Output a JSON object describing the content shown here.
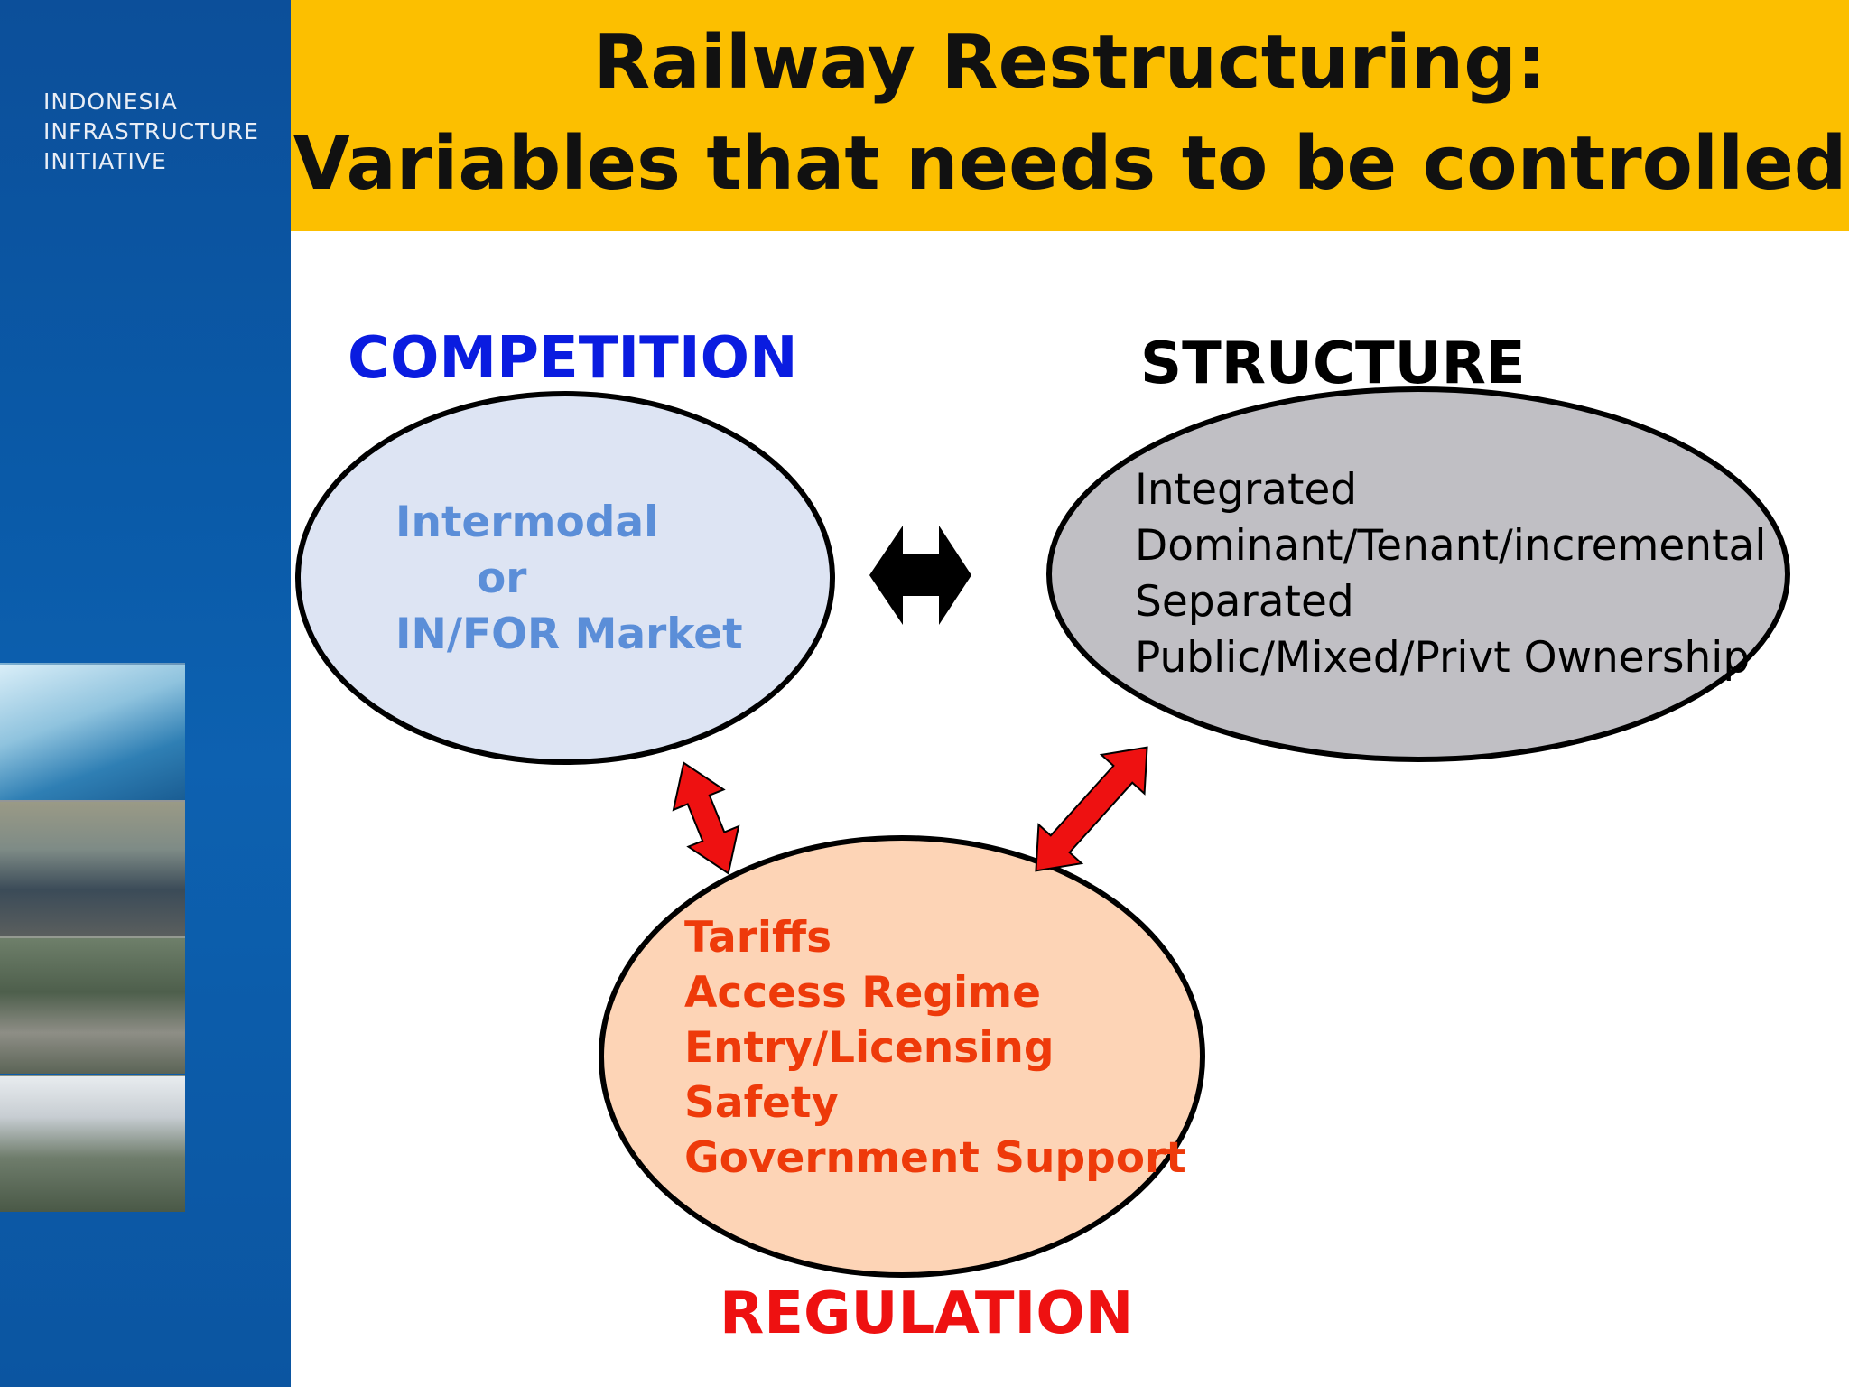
{
  "sidebar": {
    "logo_lines": [
      "INDONESIA",
      "INFRASTRUCTURE",
      "INITIATIVE"
    ]
  },
  "title": {
    "line1": "Railway Restructuring:",
    "line2": "Variables that needs to be controlled"
  },
  "diagram": {
    "competition": {
      "label": "COMPETITION",
      "lines": [
        "Intermodal",
        "or",
        "IN/FOR Market"
      ]
    },
    "structure": {
      "label": "STRUCTURE",
      "lines": [
        "Integrated",
        "Dominant/Tenant/incremental",
        "Separated",
        "Public/Mixed/Privt Ownership"
      ]
    },
    "regulation": {
      "label": "REGULATION",
      "lines": [
        "Tariffs",
        "Access Regime",
        "Entry/Licensing",
        "Safety",
        "Government Support"
      ]
    }
  },
  "colors": {
    "title_band": "#fcbf00",
    "sidebar": "#0c5aa6",
    "competition_label": "#0a1ce0",
    "competition_fill": "#dde4f3",
    "competition_text": "#5b8ed8",
    "structure_fill": "#c0bfc4",
    "regulation_fill": "#fdd4b6",
    "regulation_text": "#ee3a0a",
    "regulation_label": "#ee1111",
    "red_arrow": "#ee1111",
    "black_arrow": "#000000"
  }
}
